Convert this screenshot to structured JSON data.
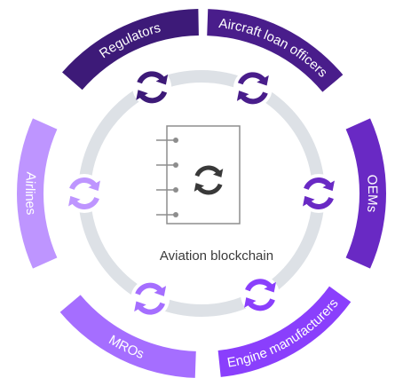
{
  "diagram": {
    "center_label": "Aviation blockchain",
    "participants": [
      {
        "id": "regulators",
        "label": "Regulators",
        "color": "#3d1a78",
        "icon_color": "#3d1a78",
        "angle": -115
      },
      {
        "id": "loan",
        "label": "Aircraft loan officers",
        "color": "#491d8b",
        "icon_color": "#491d8b",
        "angle": -64
      },
      {
        "id": "oems",
        "label": "OEMs",
        "color": "#6929c4",
        "icon_color": "#6929c4",
        "angle": 0
      },
      {
        "id": "engine",
        "label": "Engine manufacturers",
        "color": "#8a3ffc",
        "icon_color": "#8a3ffc",
        "angle": 60
      },
      {
        "id": "mros",
        "label": "MROs",
        "color": "#a56eff",
        "icon_color": "#a56eff",
        "angle": 116
      },
      {
        "id": "airlines",
        "label": "Airlines",
        "color": "#be95ff",
        "icon_color": "#be95ff",
        "angle": 180
      }
    ],
    "colors": {
      "ring": "#dde1e6",
      "ledger_stroke": "#8d8d8d",
      "center_icon": "#393939"
    },
    "icons": {
      "center": "sync-icon",
      "participant": "sync-icon",
      "ledger": "notebook-icon"
    }
  }
}
